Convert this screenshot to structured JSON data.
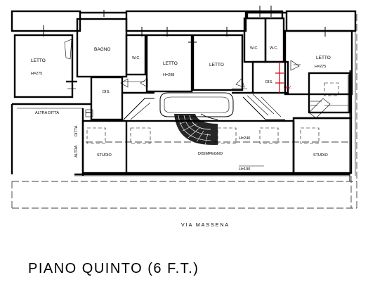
{
  "plan": {
    "caption": "PIANO QUINTO (6 F.T.)",
    "street": "VIA MASSENA",
    "rooms": {
      "letto_left": "LETTO",
      "letto_left_h": "H=275",
      "bagno": "BAGNO",
      "wc_1": "W.C.",
      "letto_mid": "LETTO",
      "letto_mid_h": "H=298",
      "letto_center": "LETTO",
      "wc_2": "W.C.",
      "wc_3": "W.C.",
      "letto_right": "LETTO",
      "letto_right_h": "H=275",
      "dis_left": "DIS.",
      "dis_right": "DIS.",
      "lav": "LAV.",
      "altra_ditta_h": "ALTRA DITTA",
      "altra_ditta_v1": "DITTA",
      "altra_ditta_v2": "ALTRA",
      "studio_left": "STUDIO",
      "disimpegno": "DISIMPEGNO",
      "disimpegno_h": "H=240",
      "disimpegno_h2": "H=190",
      "studio_right": "STUDIO"
    }
  }
}
